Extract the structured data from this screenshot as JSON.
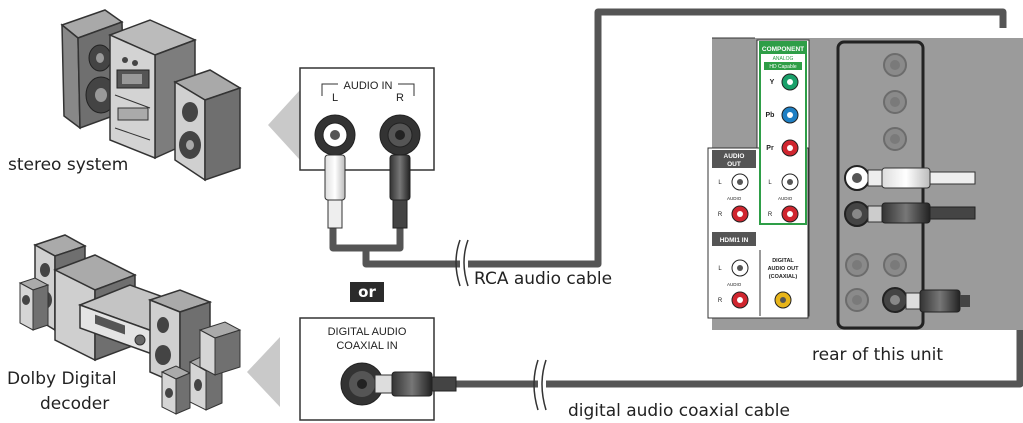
{
  "labels": {
    "stereo_system": "stereo system",
    "dolby_line1": "Dolby Digital",
    "dolby_line2": "decoder",
    "or_badge": "or",
    "rca_cable": "RCA audio cable",
    "coax_cable": "digital audio coaxial cable",
    "rear_unit": "rear of this unit"
  },
  "stereo_panel": {
    "title": "AUDIO IN",
    "left": "L",
    "right": "R"
  },
  "digital_panel": {
    "line1": "DIGITAL AUDIO",
    "line2": "COAXIAL  IN"
  },
  "tv_panel": {
    "component": "COMPONENT",
    "analog": "ANALOG",
    "hd_capable": "HD Capable",
    "y": "Y",
    "pb": "Pb",
    "pr": "Pr",
    "audio_out_1": "AUDIO",
    "audio_out_2": "OUT",
    "l": "L",
    "r": "R",
    "audio_small": "AUDIO",
    "hdmi1_in": "HDMI1  IN",
    "dig_out_1": "DIGITAL",
    "dig_out_2": "AUDIO OUT",
    "dig_out_3": "(COAXIAL)"
  },
  "colors": {
    "cable": "#555555",
    "panel_gray": "#9b9b9b",
    "green_border": "#2e9e47",
    "jack_green": "#1aa06a",
    "jack_blue": "#1e7fc4",
    "jack_red": "#d0262f",
    "jack_yellow": "#e8b51a",
    "badge": "#2b2b2b"
  }
}
